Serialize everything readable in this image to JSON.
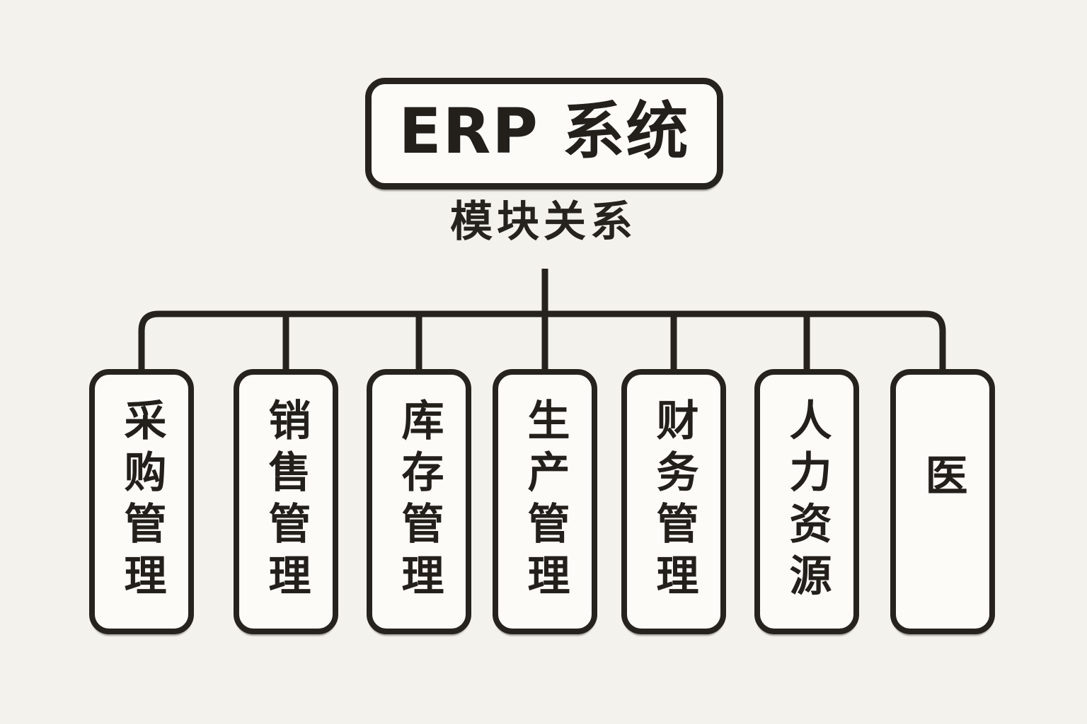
{
  "diagram": {
    "title": "ERP 系统",
    "subtitle": "模块关系",
    "nodes": [
      {
        "label": "采购管理"
      },
      {
        "label": "销售管理"
      },
      {
        "label": "库存管理"
      },
      {
        "label": "生产管理"
      },
      {
        "label": "财务管理"
      },
      {
        "label": "人力资源"
      },
      {
        "label": "医"
      }
    ],
    "colors": {
      "background": "#f4f2ed",
      "box_fill": "#fcfbf8",
      "line": "#26231e",
      "text": "#23201b"
    }
  }
}
